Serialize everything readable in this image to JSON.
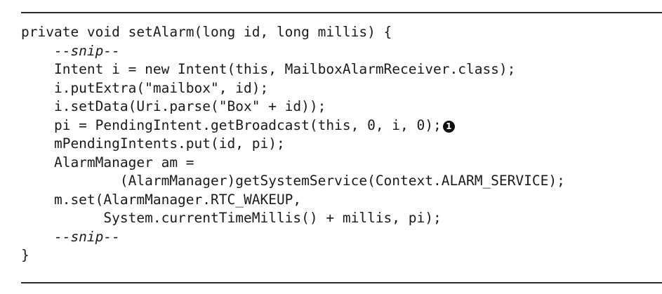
{
  "code": {
    "lines": [
      "private void setAlarm(long id, long millis) {",
      "    --snip--",
      "    Intent i = new Intent(this, MailboxAlarmReceiver.class);",
      "    i.putExtra(\"mailbox\", id);",
      "    i.setData(Uri.parse(\"Box\" + id));",
      "    pi = PendingIntent.getBroadcast(this, 0, i, 0);",
      "    mPendingIntents.put(id, pi);",
      "    AlarmManager am =",
      "            (AlarmManager)getSystemService(Context.ALARM_SERVICE);",
      "    m.set(AlarmManager.RTC_WAKEUP,",
      "          System.currentTimeMillis() + millis, pi);",
      "    --snip--",
      "}"
    ],
    "callout": "1"
  }
}
